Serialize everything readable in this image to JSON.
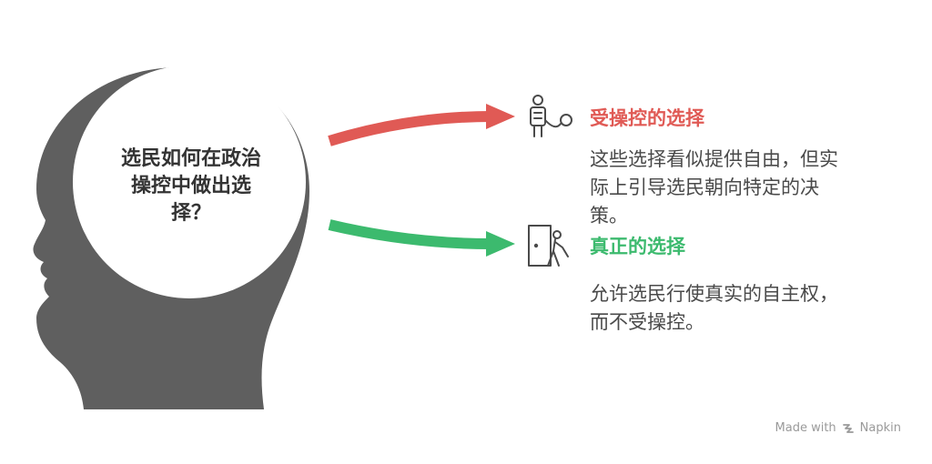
{
  "question": "选民如何在政治\n操控中做出选\n择？",
  "options": [
    {
      "title": "受操控的选择",
      "description": "这些选择看似提供自由，但实\n际上引导选民朝向特定的决\n策。",
      "color": "#e05a55",
      "icon": "puppet-on-string-icon"
    },
    {
      "title": "真正的选择",
      "description": "允许选民行使真实的自主权，\n而不受操控。",
      "color": "#3cba6e",
      "icon": "person-leaving-door-icon"
    }
  ],
  "watermark": {
    "made_with": "Made with",
    "brand": "Napkin"
  },
  "colors": {
    "head": "#5f5f5f",
    "icon_stroke": "#4a4a4a",
    "text": "#4a4a4a"
  }
}
